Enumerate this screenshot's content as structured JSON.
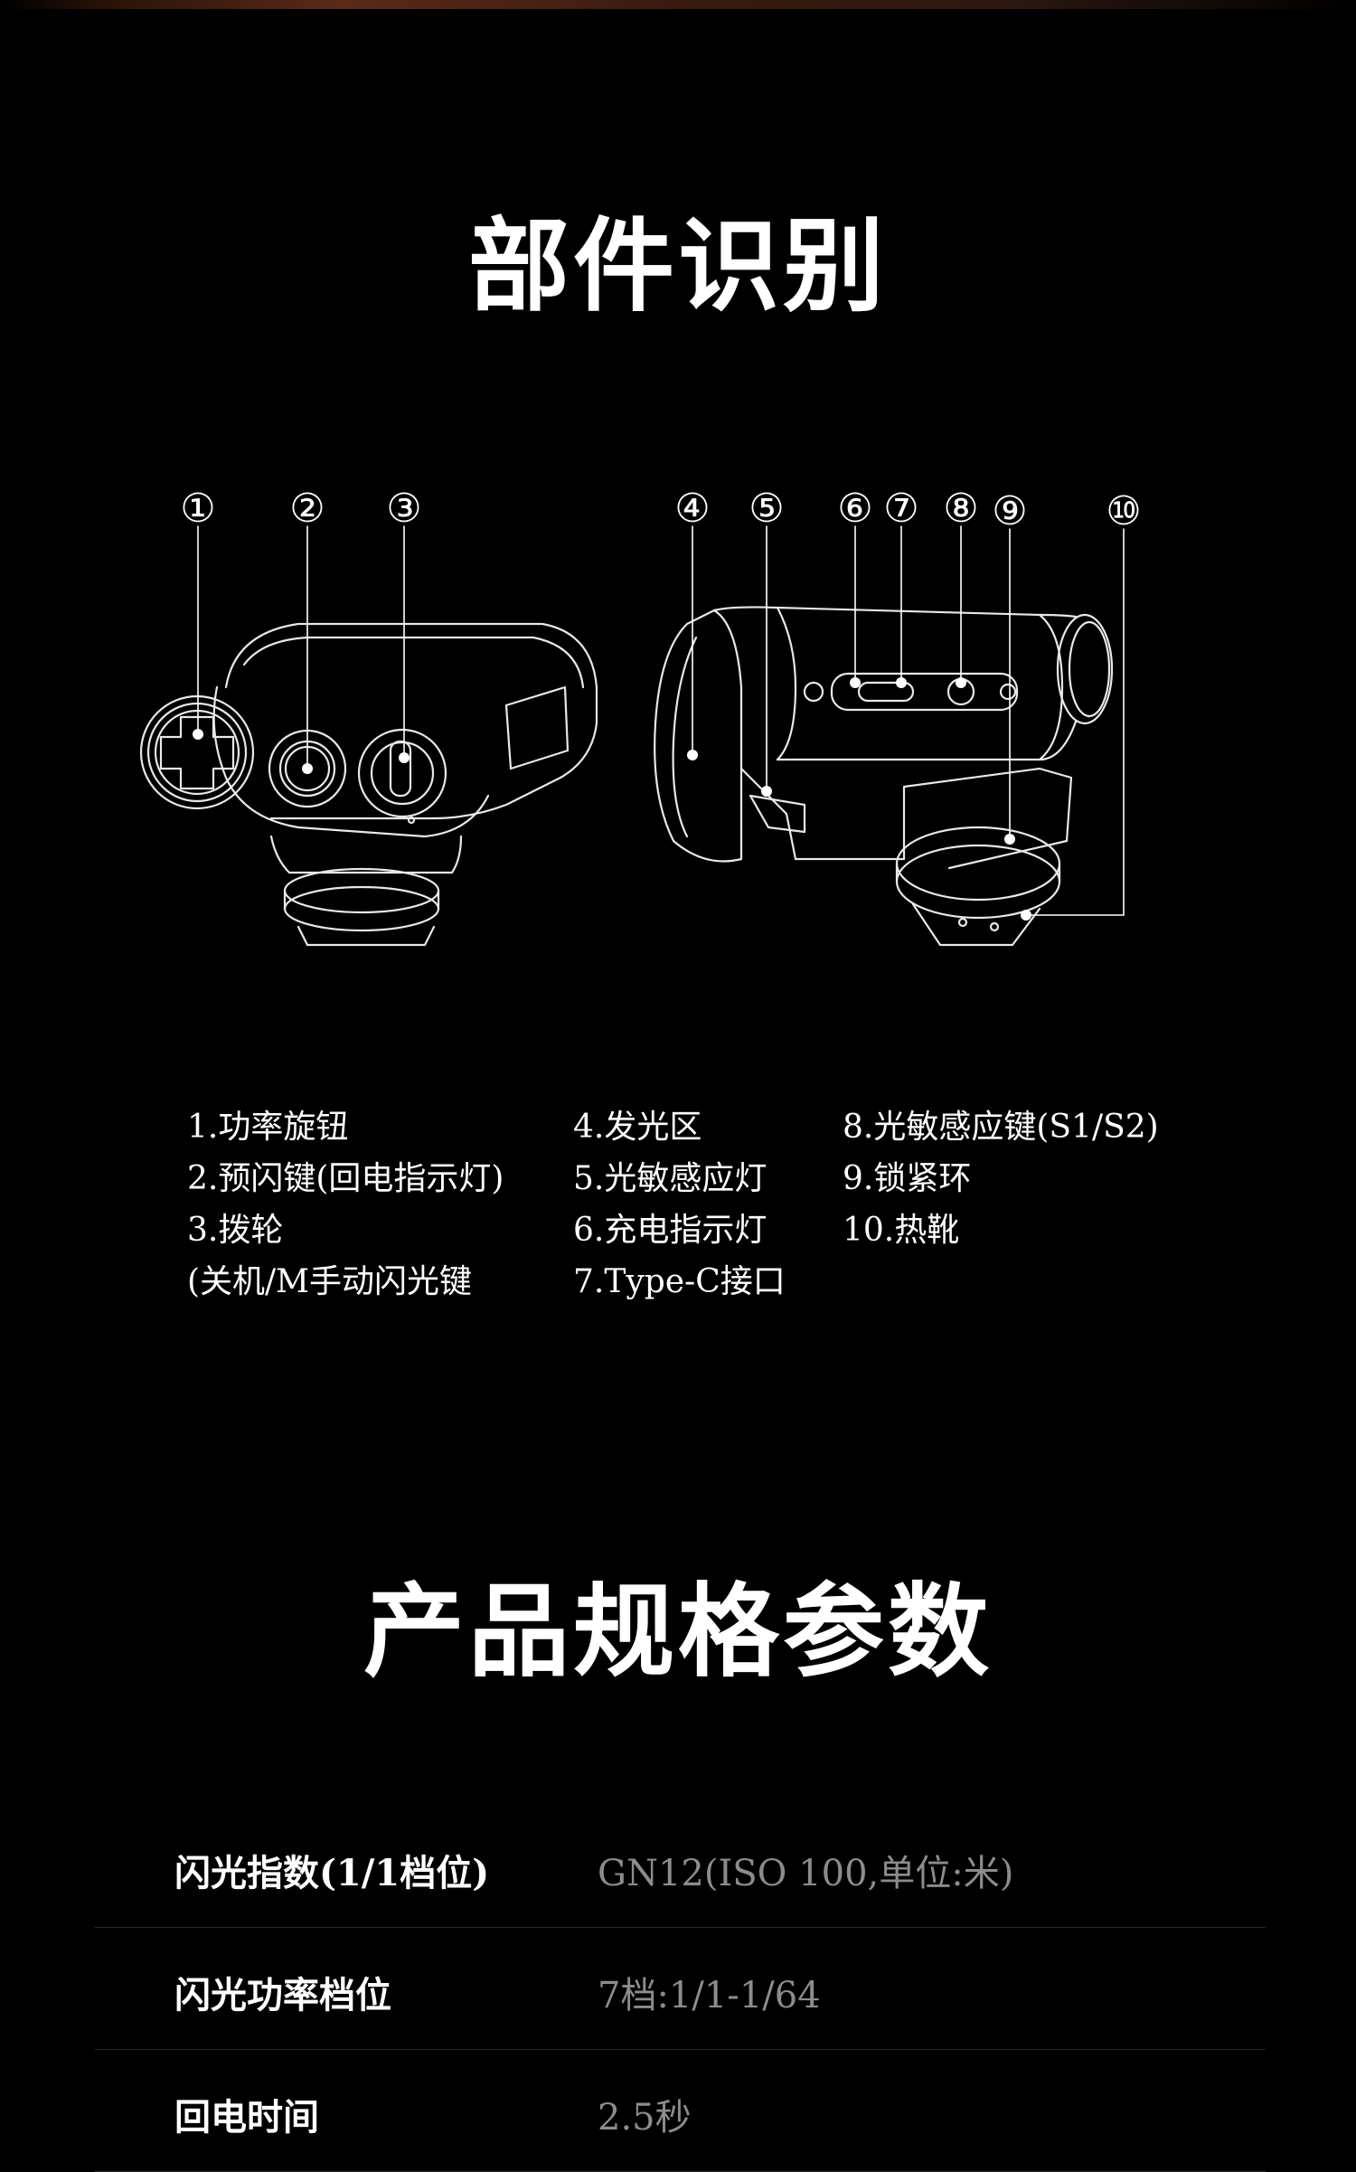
{
  "parts": {
    "title": "部件识别",
    "callouts": [
      "①",
      "②",
      "③",
      "④",
      "⑤",
      "⑥",
      "⑦",
      "⑧",
      "⑨",
      "⑩"
    ],
    "legend_col1": [
      "1.功率旋钮",
      "2.预闪键(回电指示灯)",
      "3.拨轮",
      "(关机/M手动闪光键"
    ],
    "legend_col2": [
      "4.发光区",
      "5.光敏感应灯",
      "6.充电指示灯",
      "7.Type-C接口"
    ],
    "legend_col3": [
      "8.光敏感应键(S1/S2)",
      "9.锁紧环",
      "10.热靴"
    ]
  },
  "specs": {
    "title": "产品规格参数",
    "rows": [
      {
        "label": "闪光指数(1/1档位)",
        "value": "GN12(ISO 100,单位:米)"
      },
      {
        "label": "闪光功率档位",
        "value": "7档:1/1-1/64"
      },
      {
        "label": "回电时间",
        "value": "2.5秒"
      }
    ]
  }
}
